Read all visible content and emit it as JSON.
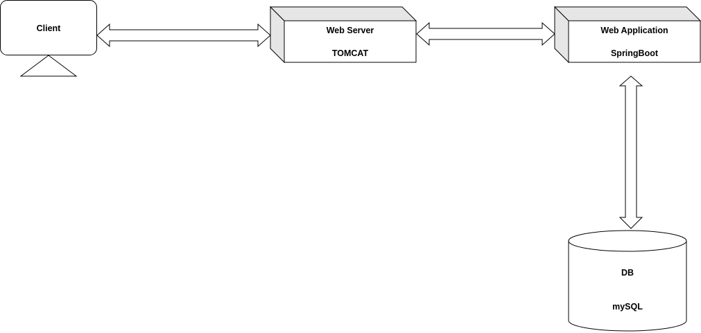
{
  "nodes": {
    "client": {
      "label": "Client",
      "icon": "monitor-icon"
    },
    "web_server": {
      "line1": "Web Server",
      "line2": "TOMCAT"
    },
    "web_app": {
      "line1": "Web Application",
      "line2": "SpringBoot"
    },
    "database": {
      "line1": "DB",
      "line2": "mySQL",
      "icon": "cylinder-icon"
    }
  },
  "edges": [
    {
      "from": "client",
      "to": "web_server",
      "direction": "bidirectional"
    },
    {
      "from": "web_server",
      "to": "web_app",
      "direction": "bidirectional"
    },
    {
      "from": "web_app",
      "to": "database",
      "direction": "bidirectional"
    }
  ],
  "colors": {
    "stroke": "#000000",
    "fill": "#ffffff",
    "box_side": "#e6e6e6"
  }
}
